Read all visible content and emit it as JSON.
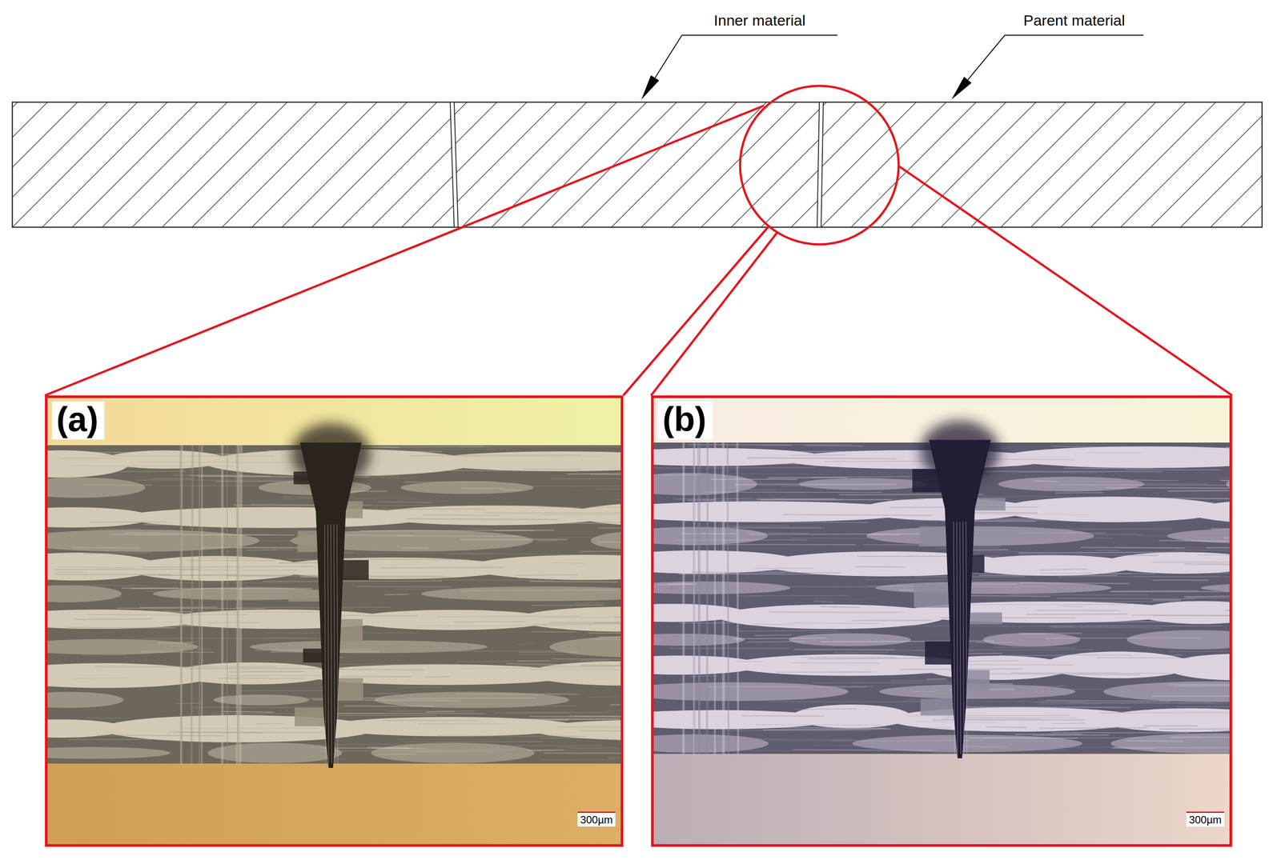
{
  "diagram": {
    "nodes": [
      {
        "text": [
          "(a)",
          "300µm"
        ]
      },
      {
        "text": [
          "(b)",
          "300µm"
        ]
      }
    ],
    "labels": [
      "Inner material",
      "Parent material"
    ]
  }
}
